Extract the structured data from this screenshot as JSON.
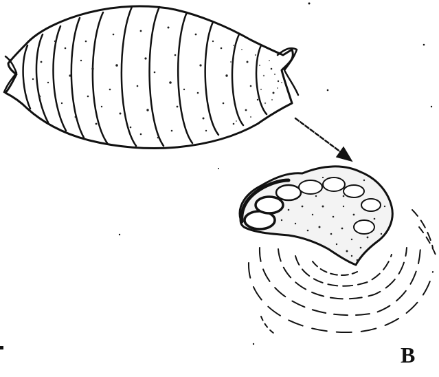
{
  "figure": {
    "panel_label": "B",
    "ink_color": "#111111",
    "background_color": "#ffffff",
    "parts": [
      "segmented-larva",
      "arrow",
      "posterior-spiracles-closeup",
      "concentric-ripple-lines"
    ]
  }
}
